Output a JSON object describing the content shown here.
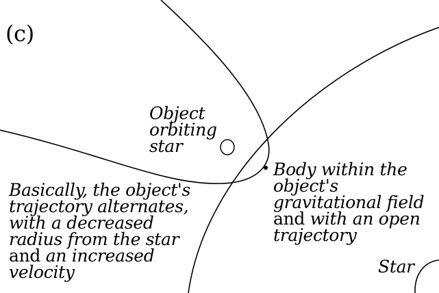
{
  "panel_label": "(c)",
  "labels": {
    "object": [
      "Object",
      "orbiting",
      "star"
    ],
    "body": {
      "line1": "Body within the",
      "line2": "object's",
      "line3": "gravitational field",
      "line4_a": "and",
      "line4_b": " with an open",
      "line5": "trajectory"
    },
    "basically": {
      "line1": "Basically, the object's",
      "line2": "trajectory alternates,",
      "line3": "with a decreased",
      "line4": "radius from the star",
      "line5_a": "and",
      "line5_b": " an increased",
      "line6": "velocity"
    },
    "star": "Star"
  }
}
